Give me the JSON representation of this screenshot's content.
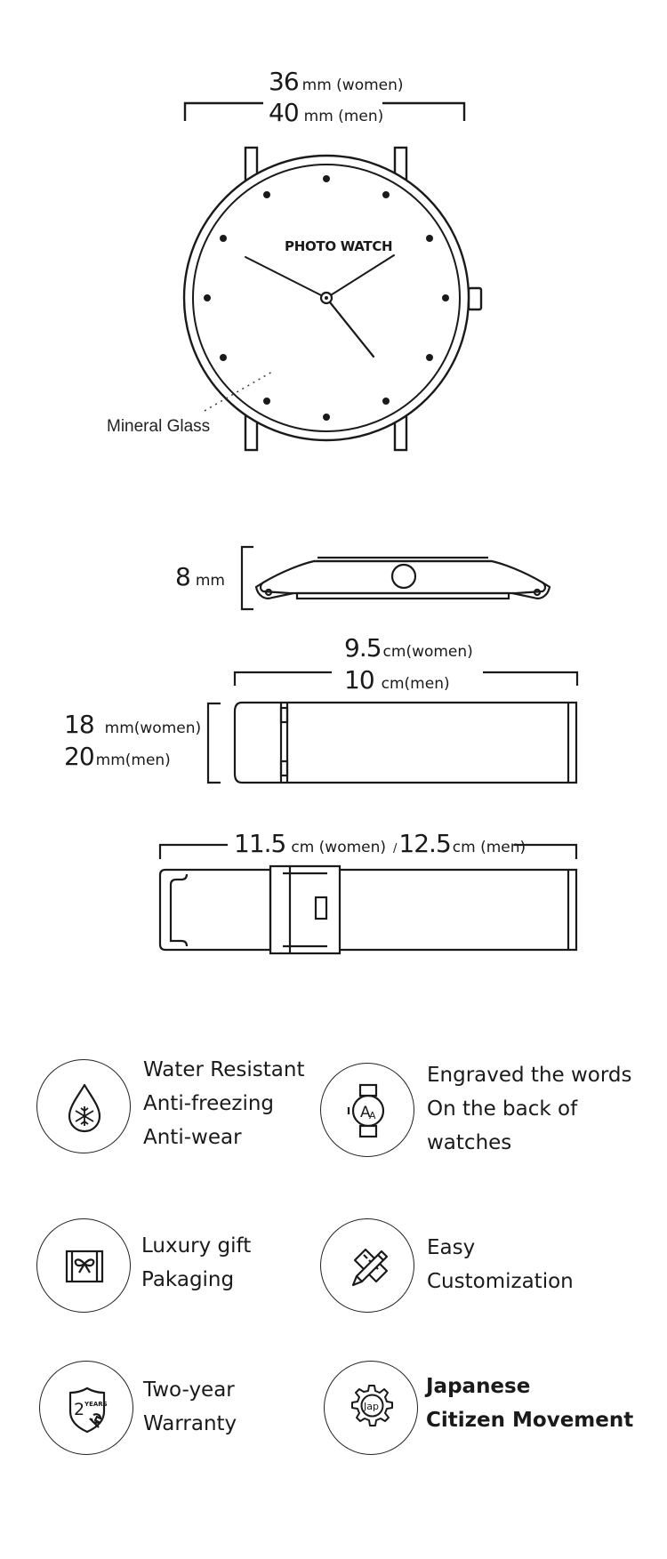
{
  "case_size": {
    "women_value": "36",
    "women_unit": "mm (women)",
    "men_value": "40",
    "men_unit": "mm (men)"
  },
  "watch_face": {
    "brand": "PHOTO WATCH"
  },
  "glass_label": "Mineral Glass",
  "thickness": {
    "value": "8",
    "unit": "mm"
  },
  "strap_length": {
    "women_value": "9.5",
    "women_unit": "cm(women)",
    "men_value": "10",
    "men_unit": "cm(men)"
  },
  "strap_width": {
    "women_value": "18",
    "women_unit": "mm(women)",
    "men_value": "20",
    "men_unit": "mm(men)"
  },
  "buckle_strap_length": {
    "women_value": "11.5",
    "women_unit": "cm (women)",
    "separator": "/",
    "men_value": "12.5",
    "men_unit": "cm (men)"
  },
  "features": [
    {
      "icon": "water-drop-snowflake-icon",
      "lines": [
        "Water Resistant",
        "Anti-freezing",
        "Anti-wear"
      ]
    },
    {
      "icon": "engraved-watch-icon",
      "lines": [
        "Engraved the words",
        "On the back of",
        "watches"
      ]
    },
    {
      "icon": "gift-box-icon",
      "lines": [
        "Luxury gift",
        "Pakaging"
      ]
    },
    {
      "icon": "pencil-ruler-icon",
      "lines": [
        "Easy",
        "Customization"
      ]
    },
    {
      "icon": "warranty-shield-icon",
      "icon_text": "2",
      "icon_subtext": "YEARS",
      "lines": [
        "Two-year",
        "Warranty"
      ]
    },
    {
      "icon": "gear-jap-icon",
      "icon_text": "Jap",
      "lines": [
        "Japanese",
        "Citizen Movement"
      ]
    }
  ]
}
